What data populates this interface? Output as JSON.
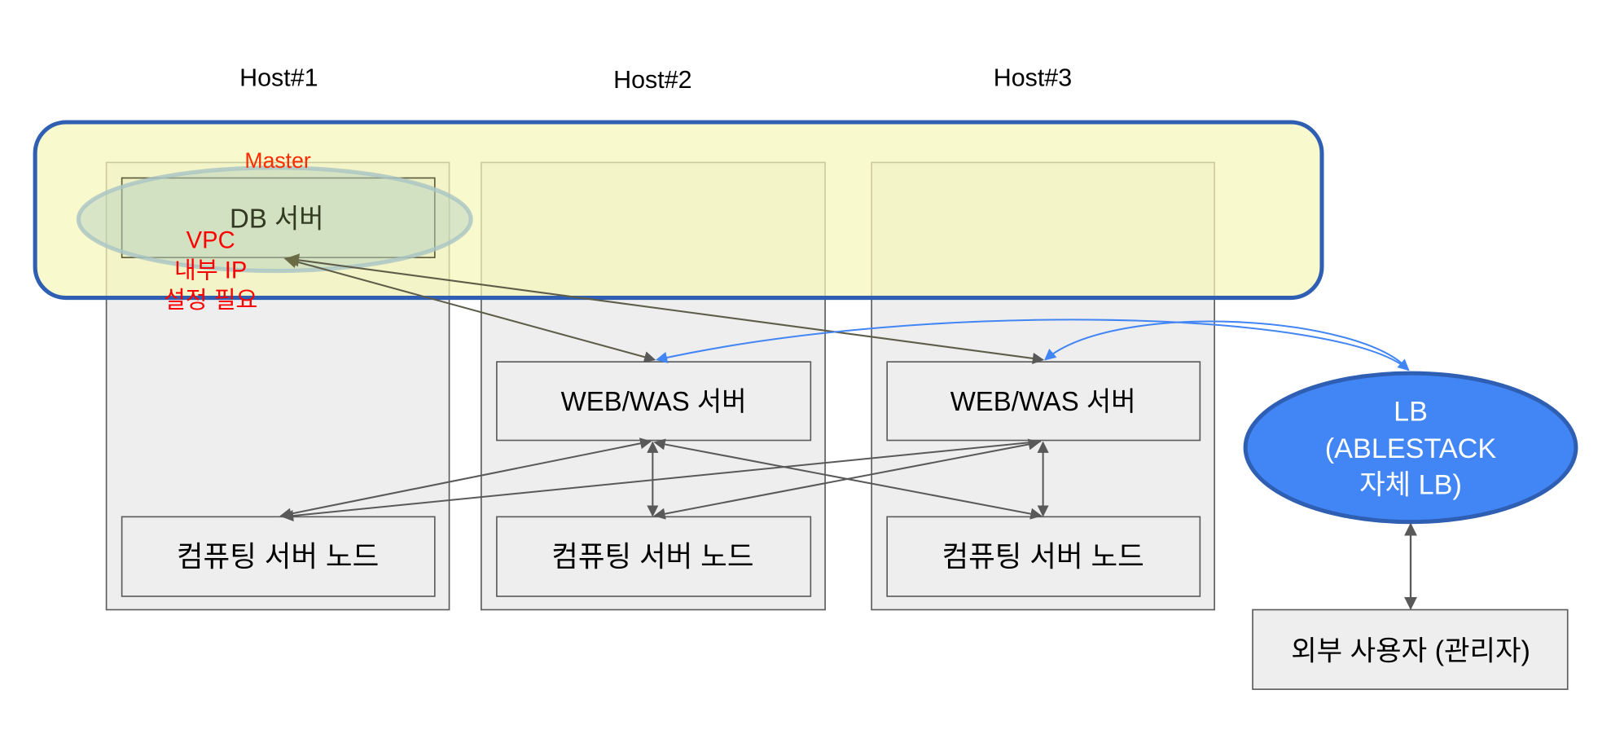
{
  "hosts": [
    {
      "label": "Host#1"
    },
    {
      "label": "Host#2"
    },
    {
      "label": "Host#3"
    }
  ],
  "db": {
    "label": "DB 서버",
    "master_label": "Master",
    "note_lines": [
      "VPC",
      "내부 IP",
      "설정 필요"
    ]
  },
  "web": [
    {
      "label": "WEB/WAS 서버"
    },
    {
      "label": "WEB/WAS 서버"
    }
  ],
  "compute": [
    {
      "label": "컴퓨팅 서버 노드"
    },
    {
      "label": "컴퓨팅 서버 노드"
    },
    {
      "label": "컴퓨팅 서버 노드"
    }
  ],
  "lb": {
    "lines": [
      "LB",
      "(ABLESTACK",
      "자체 LB)"
    ]
  },
  "external_user": {
    "label": "외부 사용자 (관리자)"
  },
  "colors": {
    "vpc_fill": "#f7f9c9",
    "vpc_stroke": "#2f5fb3",
    "host_fill": "#eeeeee",
    "host_stroke": "#5c5c5c",
    "lb_fill": "#4285f4",
    "lb_stroke": "#2f5fb3",
    "note_red": "#ff0000",
    "master_red": "#ff2a00",
    "db_ellipse": "#c9dcc0",
    "arrow_gray": "#595959",
    "arrow_blue": "#4285f4",
    "arrow_olive": "#6b6b45"
  }
}
